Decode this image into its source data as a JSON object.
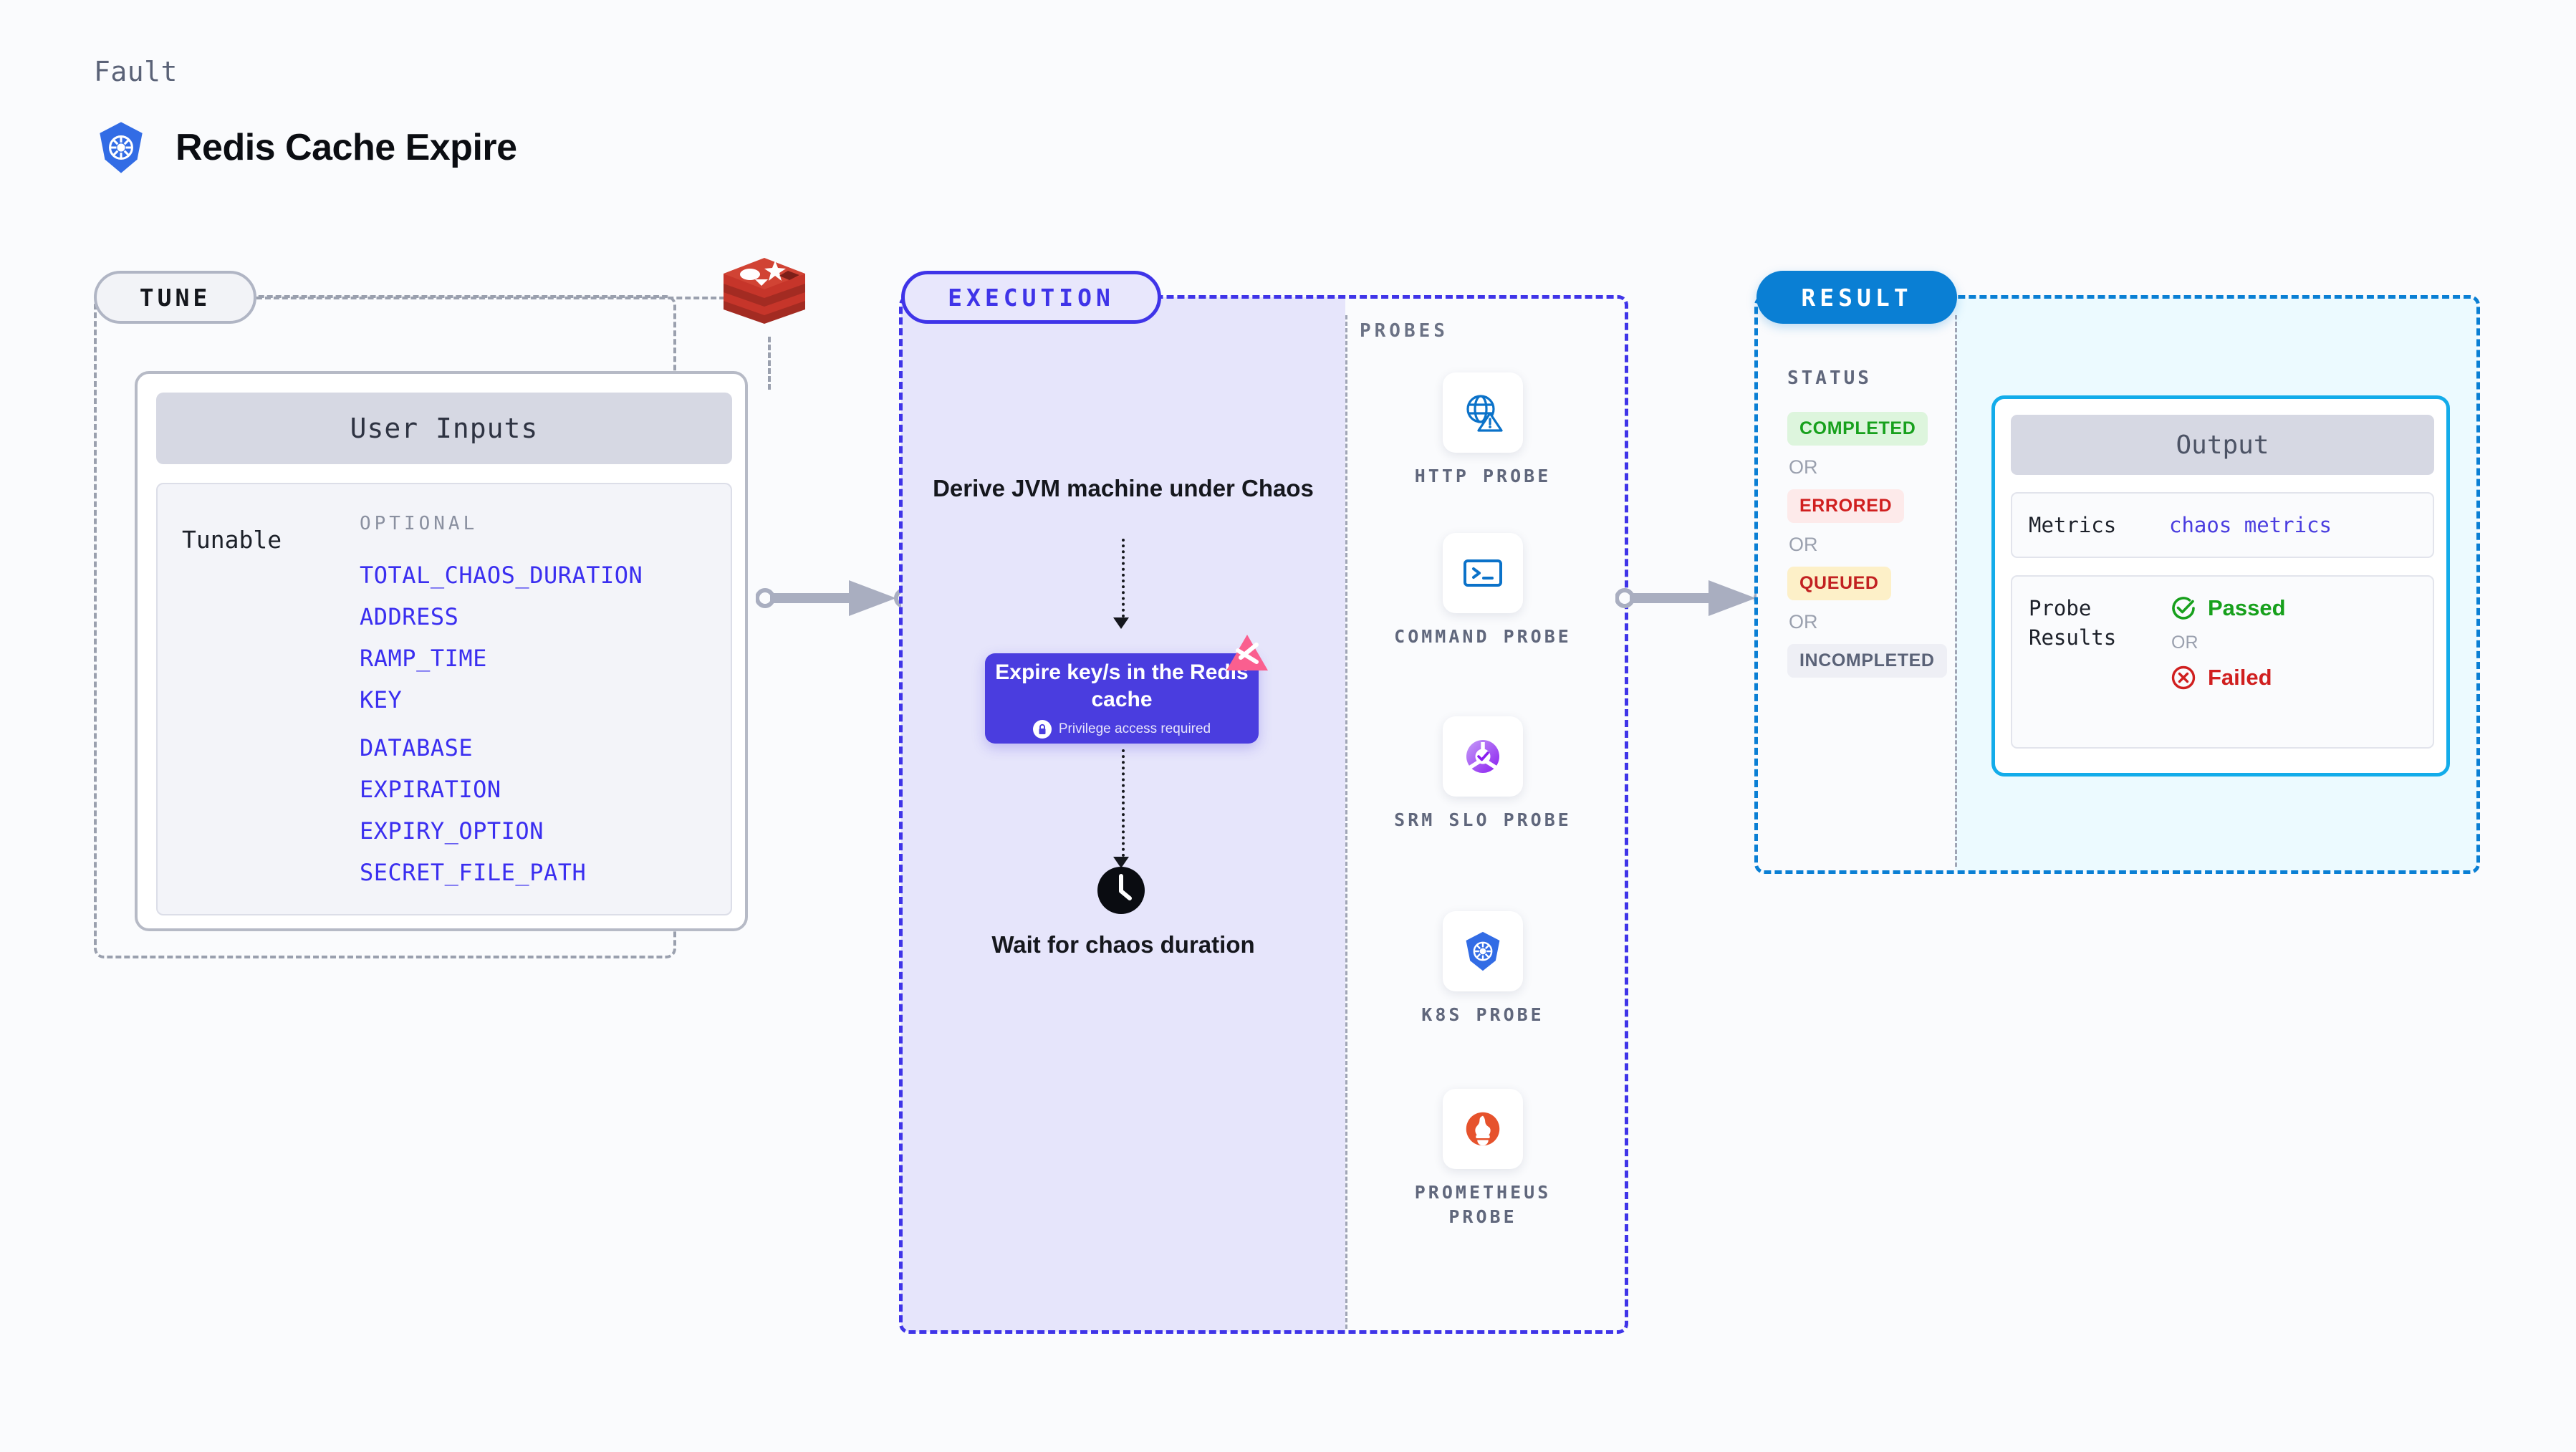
{
  "header": {
    "eyebrow": "Fault",
    "title": "Redis Cache Expire",
    "logo_icon": "kubernetes-icon"
  },
  "colors": {
    "accent_purple": "#3f34e8",
    "accent_blue": "#0a7fd4",
    "accent_cyan": "#13acea",
    "tune_gray": "#9aa0ae",
    "link_blue": "#3a2ef0",
    "success_green": "#17a01c",
    "error_red": "#d01f1f",
    "warn_yellow": "#fdf0c8"
  },
  "tune": {
    "badge": "TUNE",
    "source_icon": "redis-icon",
    "card": {
      "header": "User Inputs",
      "group_label": "Tunable",
      "optional_label": "OPTIONAL",
      "optional_items": [
        "TOTAL_CHAOS_DURATION",
        "ADDRESS",
        "RAMP_TIME",
        "KEY",
        "DATABASE",
        "EXPIRATION",
        "EXPIRY_OPTION",
        "SECRET_FILE_PATH"
      ]
    }
  },
  "execution": {
    "badge": "EXECUTION",
    "step_top": "Derive JVM machine under Chaos",
    "action": {
      "title": "Expire key/s in the Redis cache",
      "note": "Privilege access required",
      "note_icon": "lock-icon",
      "corner_icon": "litmus-icon"
    },
    "step_bottom": "Wait for chaos duration",
    "step_bottom_icon": "clock-icon",
    "probes": {
      "label": "PROBES",
      "items": [
        {
          "name": "HTTP PROBE",
          "icon": "globe-warning-icon"
        },
        {
          "name": "COMMAND PROBE",
          "icon": "terminal-icon"
        },
        {
          "name": "SRM SLO PROBE",
          "icon": "srm-slo-icon"
        },
        {
          "name": "K8S PROBE",
          "icon": "kubernetes-icon"
        },
        {
          "name": "PROMETHEUS PROBE",
          "icon": "prometheus-icon"
        }
      ]
    }
  },
  "result": {
    "badge": "RESULT",
    "status_label": "STATUS",
    "or": "OR",
    "statuses": [
      {
        "label": "COMPLETED",
        "bg": "#ddf5dd",
        "fg": "#17a01c"
      },
      {
        "label": "ERRORED",
        "bg": "#fdeaea",
        "fg": "#d01f1f"
      },
      {
        "label": "QUEUED",
        "bg": "#fdf0c8",
        "fg": "#c22121"
      },
      {
        "label": "INCOMPLETED",
        "bg": "#eeeff5",
        "fg": "#5a6277"
      }
    ],
    "output": {
      "header": "Output",
      "metrics_key": "Metrics",
      "metrics_value": "chaos metrics",
      "probe_key": "Probe Results",
      "passed": "Passed",
      "passed_icon": "check-circle-icon",
      "or": "OR",
      "failed": "Failed",
      "failed_icon": "x-circle-icon"
    }
  }
}
